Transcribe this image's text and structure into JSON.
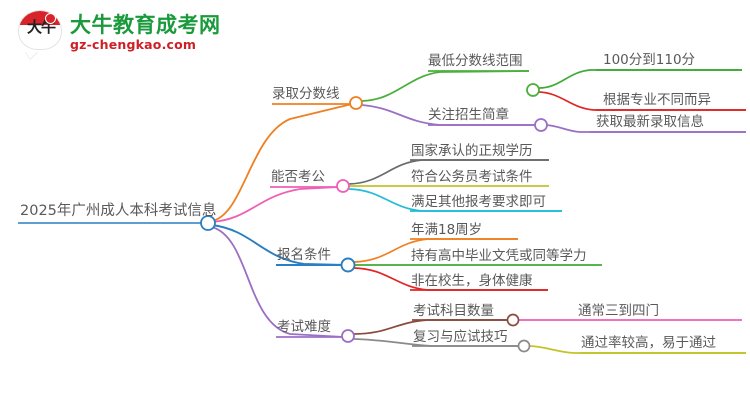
{
  "logo": {
    "mark_text": "大牛",
    "title": "大牛教育成考网",
    "subtitle": "gz-chengkao.com",
    "title_color": "#1a9a3c",
    "subtitle_color": "#cc2027",
    "mark_accent_color": "#d8232a"
  },
  "mindmap": {
    "root": {
      "label": "2025年广州成人本科考试信息",
      "color": "#2b7ec1"
    },
    "branches": [
      {
        "label": "录取分数线",
        "color": "#ef8022",
        "children": [
          {
            "label": "最低分数线范围",
            "color": "#4caf3e",
            "children": [
              {
                "label": "100分到110分",
                "color": "#3faa36"
              },
              {
                "label": "根据专业不同而异",
                "color": "#e02626"
              }
            ]
          },
          {
            "label": "关注招生简章",
            "color": "#9b6fc4",
            "children": [
              {
                "label": "获取最新录取信息",
                "color": "#9b6fc4"
              }
            ]
          }
        ]
      },
      {
        "label": "能否考公",
        "color": "#ef5fb5",
        "children": [
          {
            "label": "国家承认的正规学历",
            "color": "#6b6b6b"
          },
          {
            "label": "符合公务员考试条件",
            "color": "#c3c32a"
          },
          {
            "label": "满足其他报考要求即可",
            "color": "#22bdd8"
          }
        ]
      },
      {
        "label": "报名条件",
        "color": "#2b7ec1",
        "children": [
          {
            "label": "年满18周岁",
            "color": "#ef8022"
          },
          {
            "label": "持有高中毕业文凭或同等学力",
            "color": "#3faa36"
          },
          {
            "label": "非在校生，身体健康",
            "color": "#e02626"
          }
        ]
      },
      {
        "label": "考试难度",
        "color": "#9b6fc4",
        "children": [
          {
            "label": "考试科目数量",
            "color": "#8a4b3c",
            "children": [
              {
                "label": "通常三到四门",
                "color": "#ef5fb5"
              }
            ]
          },
          {
            "label": "复习与应试技巧",
            "color": "#8a8a8a",
            "children": [
              {
                "label": "通过率较高，易于通过",
                "color": "#c3c32a"
              }
            ]
          }
        ]
      }
    ]
  }
}
